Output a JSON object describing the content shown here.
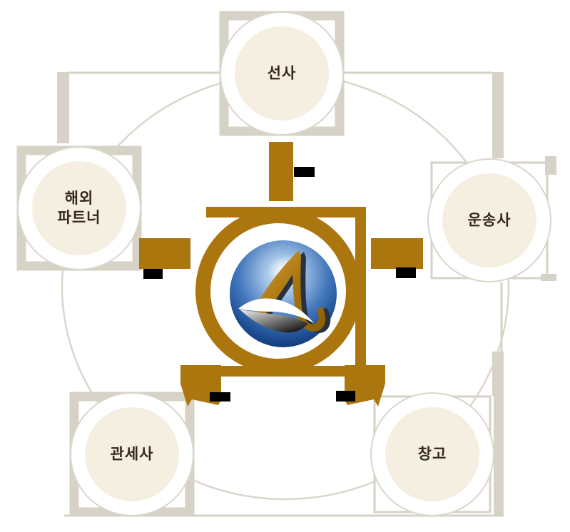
{
  "diagram": {
    "nodes": [
      {
        "id": "shipping-line",
        "lines": [
          "선사"
        ]
      },
      {
        "id": "overseas-partner",
        "lines": [
          "해외",
          "파트너"
        ]
      },
      {
        "id": "carrier",
        "lines": [
          "운송사"
        ]
      },
      {
        "id": "customs-broker",
        "lines": [
          "관세사"
        ]
      },
      {
        "id": "warehouse",
        "lines": [
          "창고"
        ]
      }
    ],
    "icons": {
      "center_logo": "sail-sphere-logo-icon"
    },
    "colors": {
      "gold": "#AB760E",
      "node_fill": "#F5EFE1",
      "node_ring": "#D9D6CB",
      "frame_gray": "#D6D2C5",
      "label_text": "#362620",
      "connector_tab_black": "#000000",
      "sphere_navy": "#0C2F66",
      "sphere_blue": "#4579BD",
      "logo_white": "#FFFFFF"
    }
  }
}
